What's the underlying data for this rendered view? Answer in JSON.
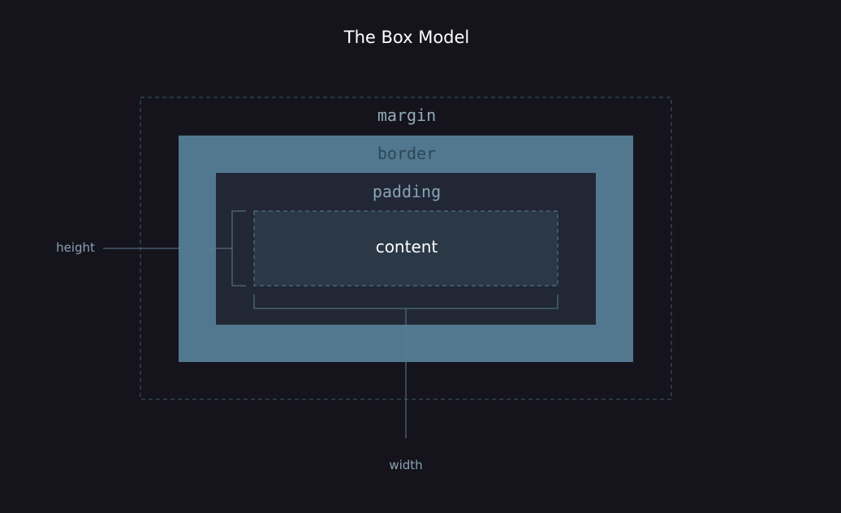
{
  "title": "The Box Model",
  "layers": {
    "margin": "margin",
    "border": "border",
    "padding": "padding",
    "content": "content"
  },
  "dimensions": {
    "height": "height",
    "width": "width"
  },
  "colors": {
    "background": "#15141c",
    "margin_outline": "#3e5a6c",
    "border_fill": "#51788f",
    "padding_fill": "#212735",
    "content_fill": "#2b3846",
    "title_text": "#ffffff",
    "margin_text": "#93aab9",
    "border_text": "#2b4758",
    "padding_text": "#8aa2b4",
    "content_text": "#ffffff",
    "dimension_text": "#8aa2b4",
    "guide_line": "#5b7c90"
  }
}
